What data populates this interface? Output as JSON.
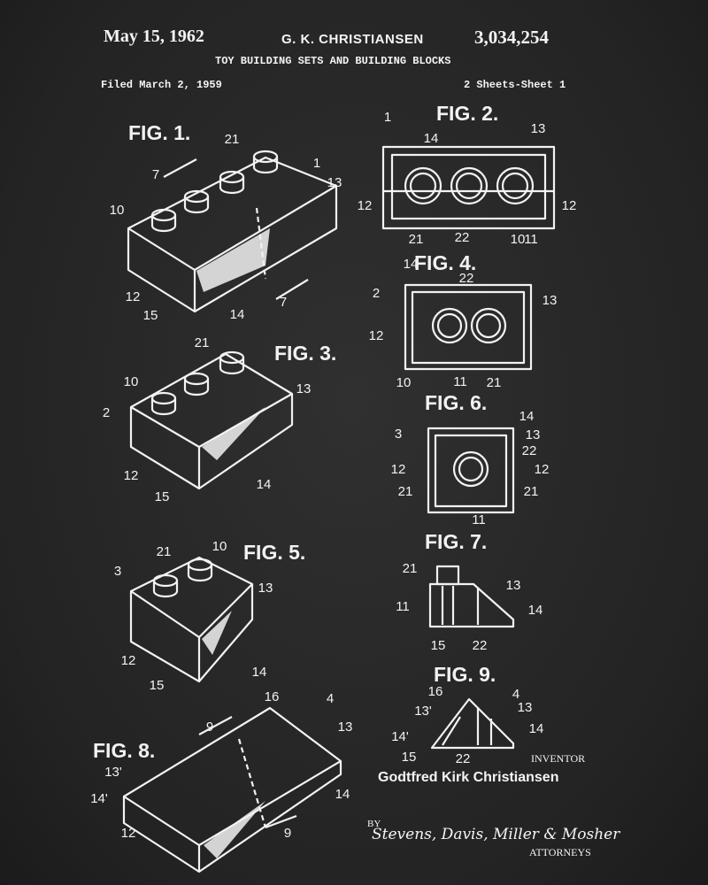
{
  "header": {
    "date": "May 15, 1962",
    "inventor_short": "G. K. CHRISTIANSEN",
    "patent_number": "3,034,254",
    "title": "TOY BUILDING SETS AND BUILDING BLOCKS",
    "filed": "Filed March 2, 1959",
    "sheets": "2 Sheets-Sheet 1"
  },
  "figures": [
    {
      "title": "FIG. 1.",
      "labels": [
        "21",
        "7",
        "10",
        "1",
        "13",
        "12",
        "15",
        "14",
        "7"
      ]
    },
    {
      "title": "FIG. 2.",
      "labels": [
        "1",
        "14",
        "13",
        "12",
        "12",
        "21",
        "22",
        "10",
        "11"
      ]
    },
    {
      "title": "FIG. 4.",
      "labels": [
        "14",
        "22",
        "2",
        "13",
        "12",
        "10",
        "11",
        "21"
      ]
    },
    {
      "title": "FIG. 6.",
      "labels": [
        "14",
        "3",
        "13",
        "22",
        "12",
        "12",
        "21",
        "21",
        "11"
      ]
    },
    {
      "title": "FIG. 3.",
      "labels": [
        "21",
        "10",
        "2",
        "13",
        "12",
        "15",
        "14"
      ]
    },
    {
      "title": "FIG. 5.",
      "labels": [
        "21",
        "10",
        "3",
        "13",
        "12",
        "15",
        "14"
      ]
    },
    {
      "title": "FIG. 7.",
      "labels": [
        "21",
        "13",
        "11",
        "14",
        "15",
        "22"
      ]
    },
    {
      "title": "FIG. 9.",
      "labels": [
        "16",
        "4",
        "13'",
        "13",
        "14'",
        "14",
        "15",
        "22"
      ]
    },
    {
      "title": "FIG. 8.",
      "labels": [
        "16",
        "4",
        "9",
        "13",
        "13'",
        "14'",
        "14",
        "12",
        "9"
      ]
    }
  ],
  "footer": {
    "inventor_label": "INVENTOR",
    "inventor_name": "Godtfred Kirk Christiansen",
    "by": "BY",
    "attorneys_signature": "Stevens, Davis, Miller & Mosher",
    "attorneys_label": "ATTORNEYS"
  }
}
